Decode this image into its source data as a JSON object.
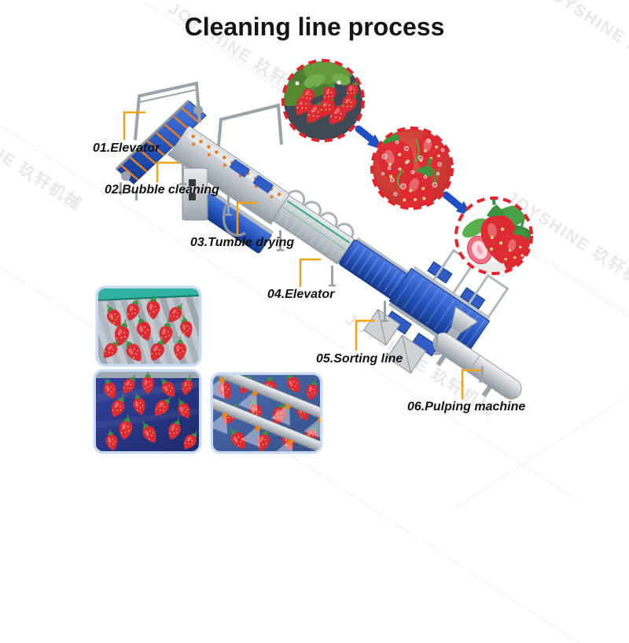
{
  "title": "Cleaning line process",
  "watermark_text": "JOYSHINE 玖轩机械",
  "steps": [
    {
      "label": "01.Elevator"
    },
    {
      "label": "02.Bubble cleaning"
    },
    {
      "label": "03.Tumble drying"
    },
    {
      "label": "04.Elevator"
    },
    {
      "label": "05.Sorting line"
    },
    {
      "label": "06.Pulping machine"
    }
  ],
  "process_photos": [
    {
      "name": "strawberries-on-plant-photo"
    },
    {
      "name": "strawberries-bubble-washing-photo"
    },
    {
      "name": "washed-strawberries-photo"
    }
  ],
  "detail_photos": [
    {
      "name": "strawberries-roller-drying-photo"
    },
    {
      "name": "strawberries-sorting-belt-photo"
    },
    {
      "name": "strawberries-spray-washing-photo"
    }
  ],
  "colors": {
    "leader_line": "#F5A315",
    "label_text": "#111111",
    "dashed_circle": "#E8202A",
    "arrow_blue": "#1E4FC4",
    "belt_blue": "#2B57C4",
    "steel_gray": "#BFC6CC"
  }
}
